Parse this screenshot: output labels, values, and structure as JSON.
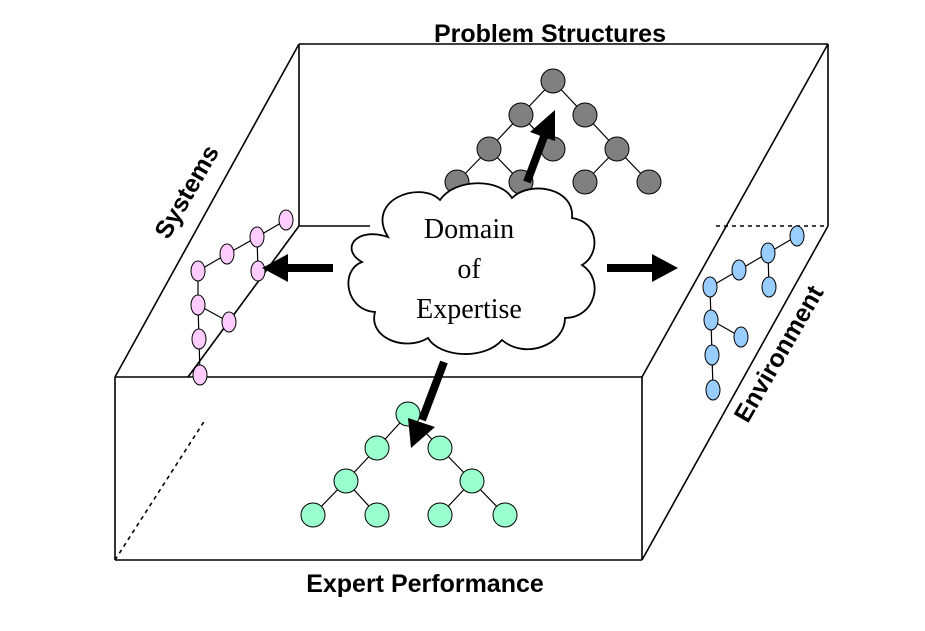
{
  "labels": {
    "top": "Problem Structures",
    "bottom": "Expert Performance",
    "left": "Systems",
    "right": "Environment"
  },
  "center": {
    "line1": "Domain",
    "line2": "of",
    "line3": "Expertise"
  },
  "colors": {
    "outline": "#000000",
    "problem_nodes": "#808080",
    "expert_nodes": "#99ffcc",
    "systems_nodes": "#ffccff",
    "environment_nodes": "#99ccff"
  }
}
